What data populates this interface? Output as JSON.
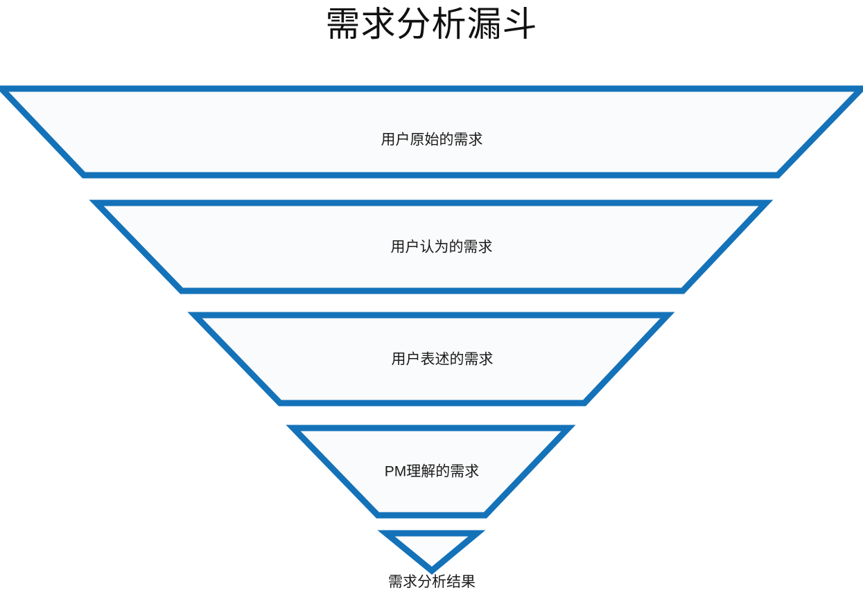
{
  "chart_data": {
    "type": "funnel",
    "title": "需求分析漏斗",
    "orientation": "inverted-funnel",
    "stage_count": 5,
    "accent_color": "#1472b9",
    "fill_color": "#fafbfc",
    "background_color": "#ffffff",
    "text_color": "#1a1a1a",
    "legend": "none",
    "grid": false,
    "stages": [
      {
        "index": 1,
        "label": "用户原始的需求",
        "top_width": 1243,
        "bottom_width": 1002,
        "label_inside": true
      },
      {
        "index": 2,
        "label": "用户认为的需求",
        "top_width": 967,
        "bottom_width": 723,
        "label_inside": true
      },
      {
        "index": 3,
        "label": "用户表述的需求",
        "top_width": 683,
        "bottom_width": 439,
        "label_inside": true
      },
      {
        "index": 4,
        "label": "PM理解的需求",
        "top_width": 397,
        "bottom_width": 155,
        "label_inside": true
      },
      {
        "index": 5,
        "label": "需求分析结果",
        "top_width": 131,
        "bottom_width": 0,
        "label_inside": false
      }
    ]
  },
  "title": {
    "text": "需求分析漏斗"
  },
  "funnel": {
    "stage1_label": "用户原始的需求",
    "stage2_label": "用户认为的需求",
    "stage3_label": "用户表述的需求",
    "stage4_label": "PM理解的需求",
    "stage5_label": "需求分析结果"
  }
}
